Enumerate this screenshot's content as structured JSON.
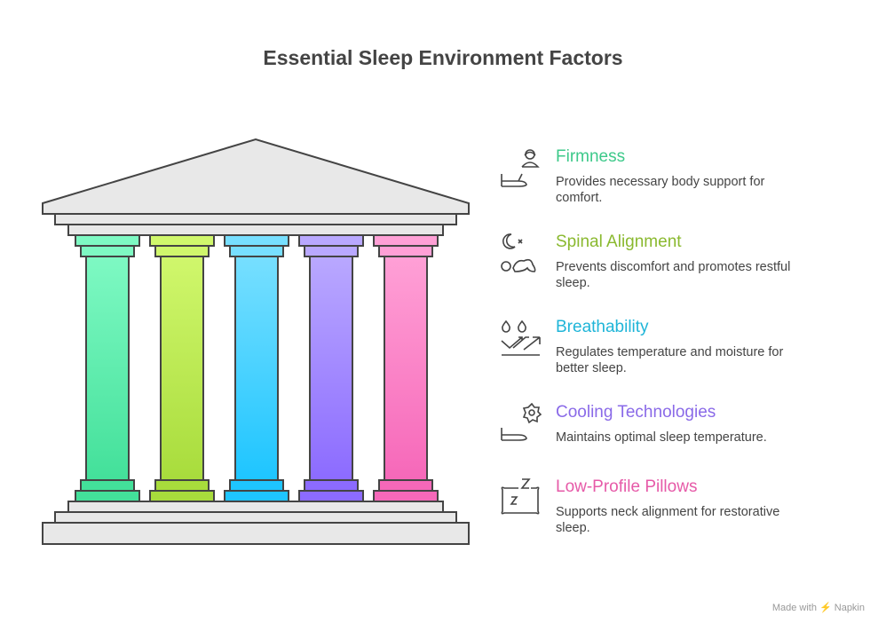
{
  "title": "Essential Sleep Environment Factors",
  "items": [
    {
      "title": "Firmness",
      "desc": "Provides necessary body support for comfort.",
      "color": "#3dc98a",
      "icon": "person-on-bed-icon",
      "top": "#7ef9c3",
      "bottom": "#43e09a"
    },
    {
      "title": "Spinal Alignment",
      "desc": "Prevents discomfort and promotes restful sleep.",
      "color": "#8ab92f",
      "icon": "moon-curled-sleeper-icon",
      "top": "#d0f76c",
      "bottom": "#a8dc3c"
    },
    {
      "title": "Breathability",
      "desc": "Regulates temperature and moisture for better sleep.",
      "color": "#1fb5d8",
      "icon": "droplets-airflow-icon",
      "top": "#77dfff",
      "bottom": "#1ec5ff"
    },
    {
      "title": "Cooling Technologies",
      "desc": "Maintains optimal sleep temperature.",
      "color": "#8a6ae8",
      "icon": "gear-bed-icon",
      "top": "#b9a8ff",
      "bottom": "#8c6bff"
    },
    {
      "title": "Low-Profile Pillows",
      "desc": "Supports neck alignment for restorative sleep.",
      "color": "#e65aa8",
      "icon": "pillow-zzz-icon",
      "top": "#ffa0d6",
      "bottom": "#f668b9"
    }
  ],
  "footer": "Made with ⚡ Napkin"
}
